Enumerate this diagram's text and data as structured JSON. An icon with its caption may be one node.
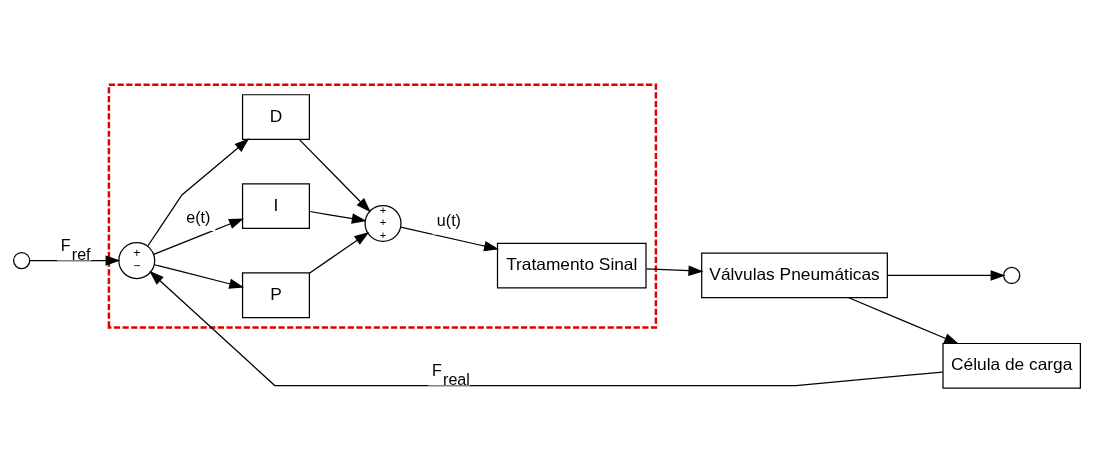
{
  "diagram": {
    "nodes": [
      {
        "text": [],
        "shape": "box"
      },
      {
        "text": [],
        "shape": "circle"
      },
      {
        "text": [
          "+",
          "−"
        ],
        "in": 0
      },
      {
        "text": [
          "P"
        ],
        "in": 0
      },
      {
        "text": [
          "I"
        ],
        "in": 0
      },
      {
        "text": [
          "D"
        ],
        "in": 0
      },
      {
        "text": [
          "+",
          "+",
          "+"
        ],
        "in": 0
      },
      {
        "text": [
          "Tratamento Sinal"
        ],
        "in": 0
      },
      {
        "text": [
          "Válvulas Pneumáticas"
        ]
      },
      {
        "text": [],
        "shape": "circle"
      },
      {
        "text": [
          "Célula de carga"
        ]
      }
    ],
    "edges": [
      {
        "from": 1,
        "to": 2,
        "arrow": "to",
        "label": "F$_{ref}$"
      },
      {
        "from": 2,
        "to": 3,
        "arrow": "to"
      },
      {
        "from": 2,
        "to": 4,
        "arrow": "to",
        "label": "e(t)"
      },
      {
        "from": 2,
        "to": 5,
        "arrow": "to"
      },
      {
        "from": 3,
        "to": 6,
        "arrow": "to"
      },
      {
        "from": 4,
        "to": 6,
        "arrow": "to"
      },
      {
        "from": 5,
        "to": 6,
        "arrow": "to"
      },
      {
        "from": 6,
        "to": 7,
        "arrow": "to",
        "label": "u(t)"
      },
      {
        "from": 7,
        "to": 8,
        "arrow": "to"
      },
      {
        "from": 8,
        "to": 9,
        "arrow": "to"
      },
      {
        "from": 8,
        "to": 10,
        "arrow": "to"
      },
      {
        "from": 10,
        "to": 2,
        "arrow": "to",
        "label": "F$_{real}$"
      }
    ]
  }
}
